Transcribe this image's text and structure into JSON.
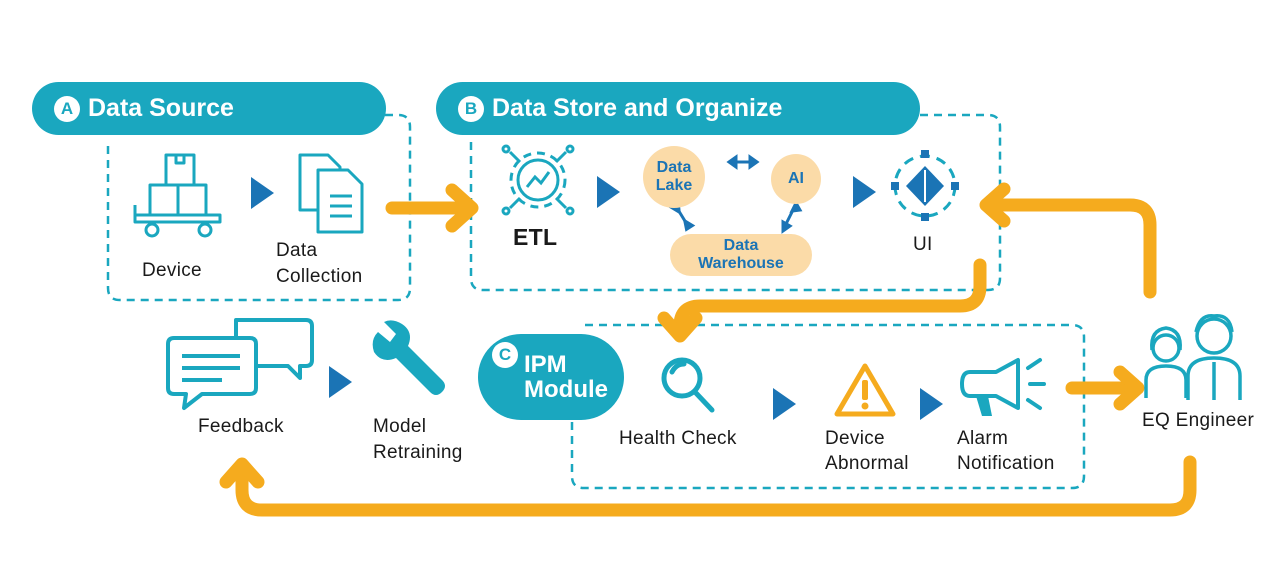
{
  "sections": {
    "a": {
      "badge": "A",
      "title": "Data Source"
    },
    "b": {
      "badge": "B",
      "title": "Data Store and Organize"
    },
    "c": {
      "badge": "C",
      "title_line1": "IPM",
      "title_line2": "Module"
    }
  },
  "labels": {
    "device": "Device",
    "data_collection_1": "Data",
    "data_collection_2": "Collection",
    "etl": "ETL",
    "data_lake_1": "Data",
    "data_lake_2": "Lake",
    "ai": "AI",
    "data_warehouse_1": "Data",
    "data_warehouse_2": "Warehouse",
    "ui": "UI",
    "feedback": "Feedback",
    "model_retraining_1": "Model",
    "model_retraining_2": "Retraining",
    "health_check": "Health Check",
    "device_abnormal_1": "Device",
    "device_abnormal_2": "Abnormal",
    "alarm_notification_1": "Alarm",
    "alarm_notification_2": "Notification",
    "eq_engineer": "EQ Engineer"
  },
  "colors": {
    "teal": "#1aa7bf",
    "blue_arrow": "#1b74b5",
    "orange": "#f5ab1e",
    "peach": "#fbdba8"
  },
  "icons": [
    "boxes-cart-icon",
    "documents-icon",
    "gear-chart-icon",
    "network-diamond-icon",
    "chat-bubbles-icon",
    "wrench-icon",
    "magnifier-icon",
    "warning-icon",
    "megaphone-icon",
    "engineers-icon"
  ]
}
